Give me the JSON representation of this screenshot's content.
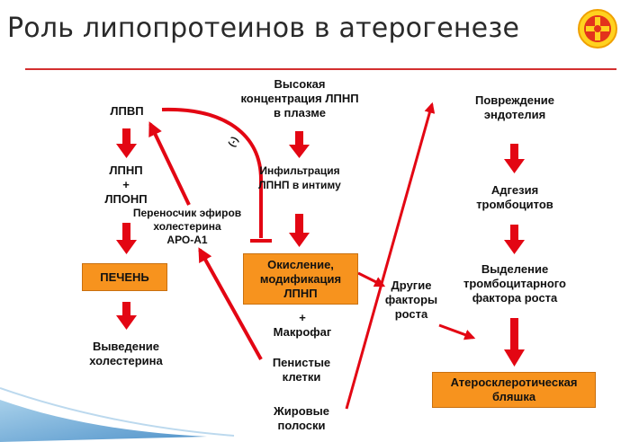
{
  "slide": {
    "title": "Роль липопротеинов в атерогенезе",
    "logo_icon": "sun-cross-logo-icon",
    "colors": {
      "arrow": "#e30613",
      "box": "#f7931e",
      "rule": "#d32f2f"
    }
  },
  "nodes": {
    "lpvp": "ЛПВП",
    "lpnp_lponp": [
      "ЛПНП",
      "+",
      "ЛПОНП"
    ],
    "carrier": [
      "Переносчик эфиров",
      "холестерина",
      "АРО-А1"
    ],
    "liver": "ПЕЧЕНЬ",
    "excretion": [
      "Выведение",
      "холестерина"
    ],
    "high_ldl": [
      "Высокая",
      "концентрация ЛПНП",
      "в плазме"
    ],
    "infiltration": [
      "Инфильтрация",
      "ЛПНП в интиму"
    ],
    "oxidation": [
      "Окисление,",
      "модификация",
      "ЛПНП"
    ],
    "macrophage": [
      "+",
      "Макрофаг"
    ],
    "foam_cells": [
      "Пенистые",
      "клетки"
    ],
    "fatty_streaks": [
      "Жировые",
      "полоски"
    ],
    "other_growth_factors": [
      "Другие",
      "факторы",
      "роста"
    ],
    "endothelium_damage": [
      "Повреждение",
      "эндотелия"
    ],
    "platelet_adhesion": [
      "Адгезия",
      "тромбоцитов"
    ],
    "platelet_growth_factor": [
      "Выделение",
      "тромбоцитарного",
      "фактора роста"
    ],
    "plaque": [
      "Атеросклеротическая",
      "бляшка"
    ],
    "inhibition_mark": "(-)"
  }
}
